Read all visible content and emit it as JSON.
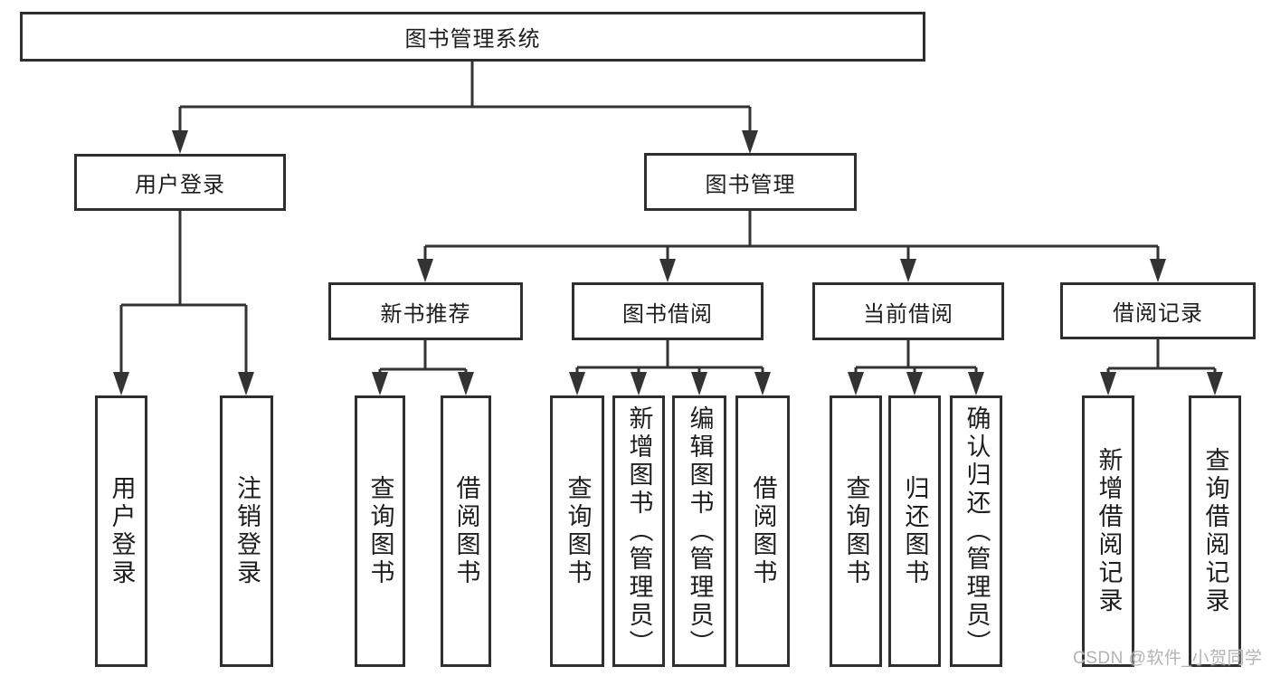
{
  "diagram": {
    "root": {
      "label": "图书管理系统"
    },
    "level2": [
      {
        "id": "user-login",
        "label": "用户登录"
      },
      {
        "id": "book-management",
        "label": "图书管理"
      }
    ],
    "level3": [
      {
        "id": "new-book-recommend",
        "parent": "图书管理",
        "label": "新书推荐"
      },
      {
        "id": "book-borrow",
        "parent": "图书管理",
        "label": "图书借阅"
      },
      {
        "id": "current-borrow",
        "parent": "图书管理",
        "label": "当前借阅"
      },
      {
        "id": "borrow-records",
        "parent": "图书管理",
        "label": "借阅记录"
      }
    ],
    "leaves": [
      {
        "parent": "用户登录",
        "label": "用户登录"
      },
      {
        "parent": "用户登录",
        "label": "注销登录"
      },
      {
        "parent": "新书推荐",
        "label": "查询图书"
      },
      {
        "parent": "新书推荐",
        "label": "借阅图书"
      },
      {
        "parent": "图书借阅",
        "label": "查询图书"
      },
      {
        "parent": "图书借阅",
        "label": "新增图书（管理员）"
      },
      {
        "parent": "图书借阅",
        "label": "编辑图书（管理员）"
      },
      {
        "parent": "图书借阅",
        "label": "借阅图书"
      },
      {
        "parent": "当前借阅",
        "label": "查询图书"
      },
      {
        "parent": "当前借阅",
        "label": "归还图书"
      },
      {
        "parent": "当前借阅",
        "label": "确认归还（管理员）"
      },
      {
        "parent": "借阅记录",
        "label": "新增借阅记录"
      },
      {
        "parent": "借阅记录",
        "label": "查询借阅记录"
      }
    ]
  },
  "watermark": {
    "text": "CSDN @软件_小贺同学",
    "color": "#b3b3b3"
  },
  "colors": {
    "line": "#333333",
    "box_border": "#2e2e2e",
    "text": "#1d1d1d",
    "background": "#ffffff"
  }
}
